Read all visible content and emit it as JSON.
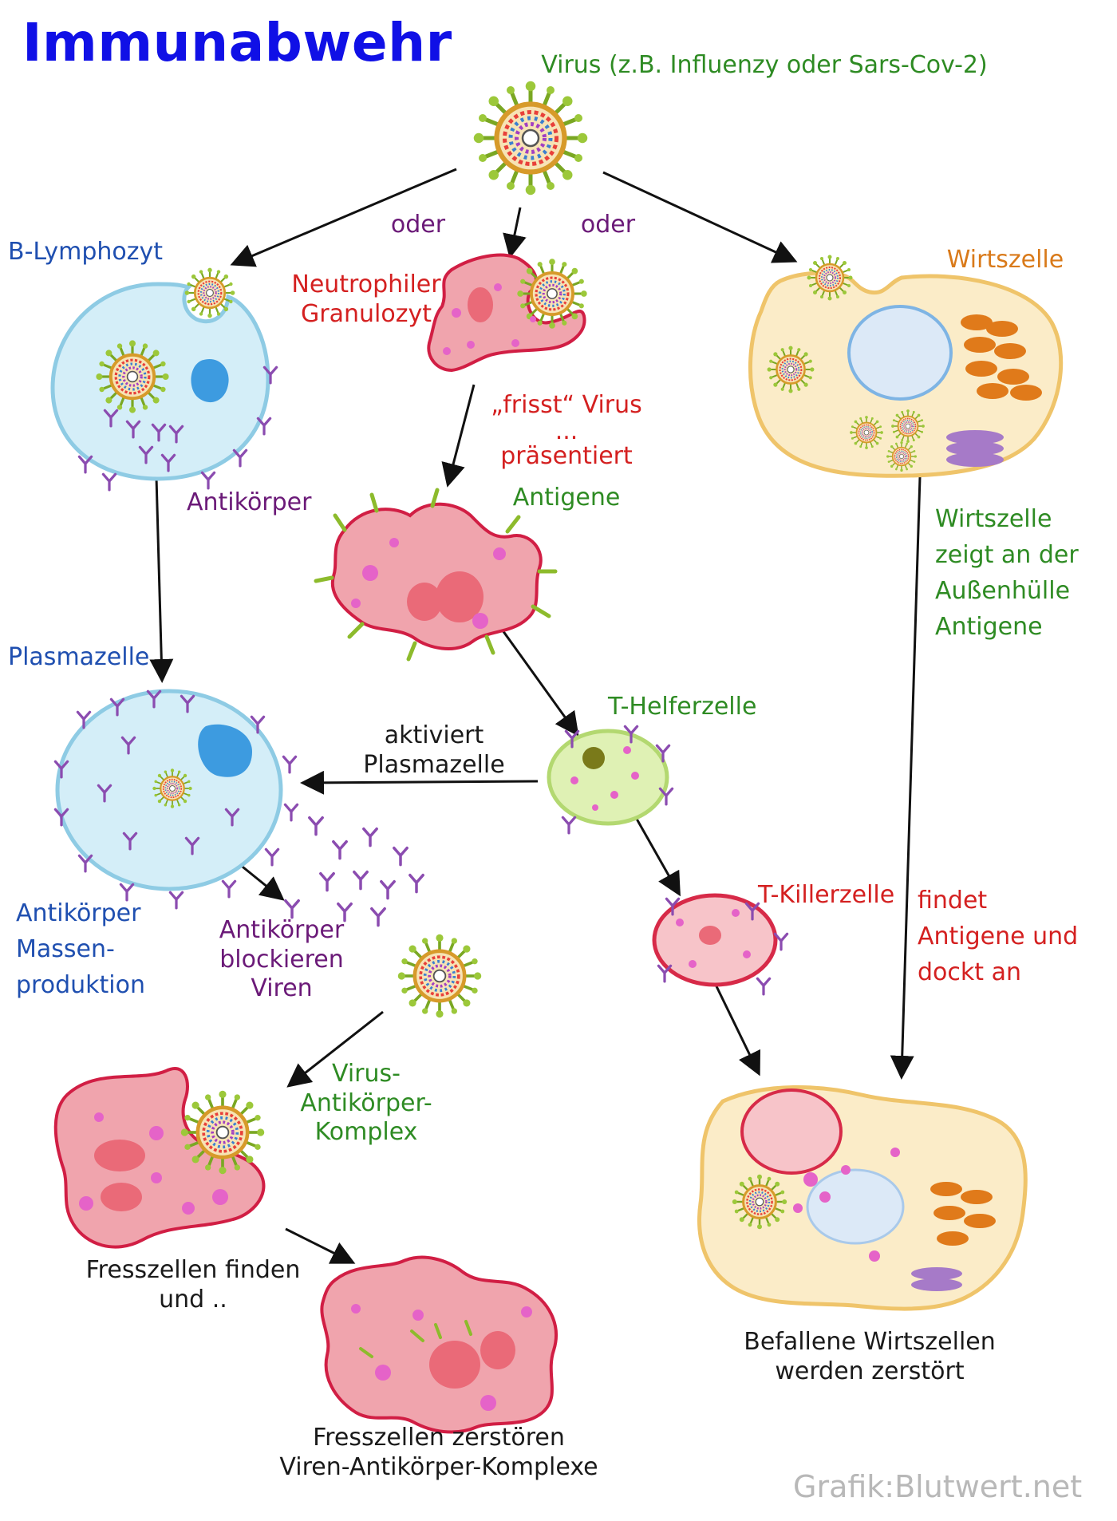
{
  "title": "Immunabwehr",
  "colors": {
    "title": "#1010e6",
    "blue": "#1f4fb0",
    "red": "#d42020",
    "green": "#2e8b23",
    "purple": "#6b1a78",
    "black": "#1a1a1a",
    "orange": "#d97a1a",
    "watermark": "#b8b8b8",
    "virus_spike": "#8dbb2c",
    "antibody": "#8b4cb0",
    "b_cell_fill": "#d4eef8",
    "b_cell_border": "#8ecbe4",
    "nucleus": "#3d9be0",
    "phagocyte_fill": "#f0a4ad",
    "phagocyte_border": "#d11e44",
    "granule": "#e563c8",
    "host_fill": "#fbecc8",
    "host_border": "#efc46a",
    "t_helper_fill": "#dff1b4",
    "t_helper_border": "#b3d870",
    "t_killer_fill": "#f7c4c9",
    "t_killer_border": "#d72a48"
  },
  "labels": {
    "virus": "Virus (z.B. Influenzy oder Sars-Cov-2)",
    "oder_left": "oder",
    "oder_right": "oder",
    "b_lymphozyt": "B-Lymphozyt",
    "neutrophil": [
      "Neutrophiler",
      "Granulozyt"
    ],
    "wirtszelle": "Wirtszelle",
    "frisst": [
      "„frisst“ Virus",
      "...",
      "präsentiert"
    ],
    "antigene": "Antigene",
    "antikoerper": "Antikörper",
    "wirtszelle_zeigt": [
      "Wirtszelle",
      "zeigt an der",
      "Außenhülle",
      "Antigene"
    ],
    "plasmazelle": "Plasmazelle",
    "t_helferzelle": "T-Helferzelle",
    "aktiviert": [
      "aktiviert",
      "Plasmazelle"
    ],
    "t_killerzelle": "T-Killerzelle",
    "findet": [
      "findet",
      "Antigene und",
      "dockt an"
    ],
    "massenproduktion": [
      "Antikörper",
      "Massen-",
      "produktion"
    ],
    "blockieren": [
      "Antikörper",
      "blockieren",
      "Viren"
    ],
    "komplex": [
      "Virus-",
      "Antikörper-",
      "Komplex"
    ],
    "fresszellen_finden": [
      "Fresszellen finden",
      "und .."
    ],
    "befallene": [
      "Befallene Wirtszellen",
      "werden zerstört"
    ],
    "fresszellen_zerstoeren": [
      "Fresszellen zerstören",
      "Viren-Antikörper-Komplexe"
    ],
    "credit": "Grafik:Blutwert.net"
  }
}
